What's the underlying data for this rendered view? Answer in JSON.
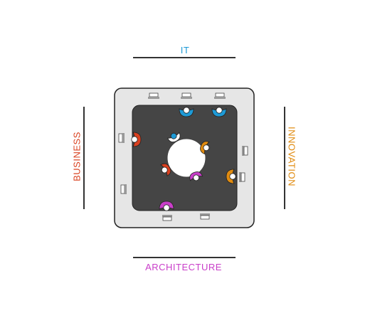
{
  "labels": {
    "top": "IT",
    "bottom": "ARCHITECTURE",
    "left": "BUSINESS",
    "right": "INNOVATION"
  },
  "colors": {
    "it": "#1e9ad6",
    "architecture": "#c93ec9",
    "business": "#d9401f",
    "innovation": "#e08b10",
    "white_person": "#ffffff",
    "line": "#333333",
    "outer_room": "#e6e6e6",
    "inner_floor": "#454545",
    "table": "#ffffff"
  },
  "people": [
    {
      "group": "it",
      "color_key": "it"
    },
    {
      "group": "it",
      "color_key": "it"
    },
    {
      "group": "business",
      "color_key": "business"
    },
    {
      "group": "architecture",
      "color_key": "architecture"
    },
    {
      "group": "architecture",
      "color_key": "architecture"
    },
    {
      "group": "innovation",
      "color_key": "innovation"
    },
    {
      "group": "innovation",
      "color_key": "innovation"
    },
    {
      "group": "it",
      "color_key": "it"
    },
    {
      "group": "business",
      "color_key": "business"
    }
  ]
}
